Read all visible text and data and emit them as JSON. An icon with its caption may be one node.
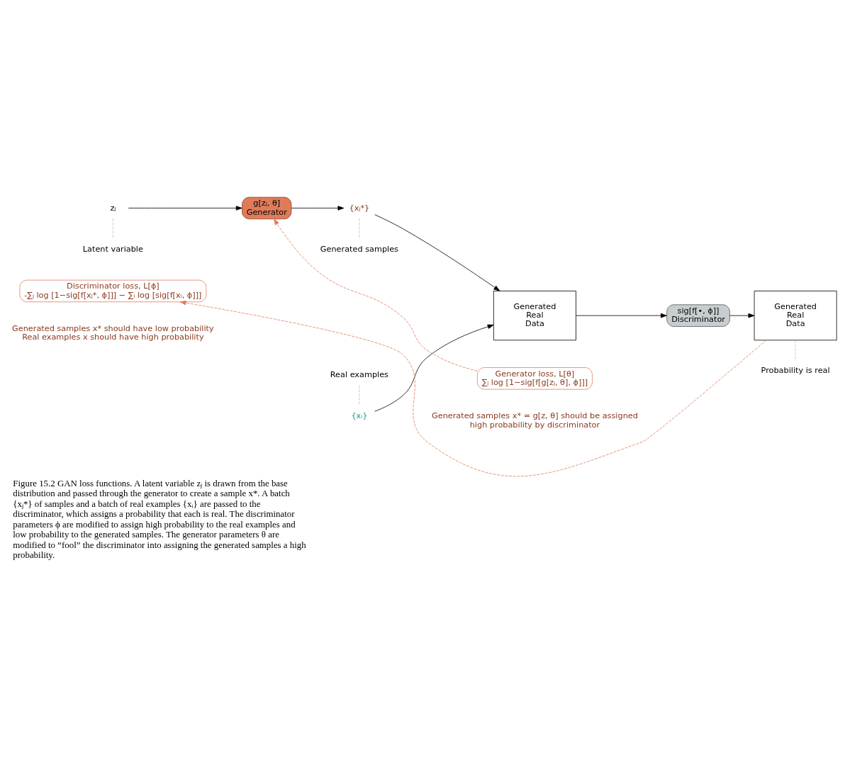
{
  "diagram": {
    "caption": "Figure 15.2 GAN loss functions. A latent variable zⱼ is drawn from the base distribution and passed through the generator to create a sample x*. A batch {xⱼ*} of samples and a batch of real examples {xᵢ} are passed to the discriminator, which assigns a probability that each is real. The discriminator parameters ϕ are modified to assign high probability to the real examples and low probability to the generated samples. The generator parameters θ are modified to “fool” the discriminator into assigning the generated samples a high probability.",
    "nodes": [
      {
        "text": [
          "zⱼ"
        ]
      },
      {
        "text": [
          "Latent variable"
        ]
      },
      {
        "text": [
          "g[zⱼ, θ]",
          "Generator"
        ]
      },
      {
        "text": [
          "{xᵢ}"
        ]
      },
      {
        "text": [
          "{xⱼ*}"
        ]
      },
      {
        "text": [
          "Real examples"
        ]
      },
      {
        "text": [
          "Generated samples"
        ]
      },
      {
        "text": [
          "Generated",
          "Real",
          "Data"
        ]
      },
      {
        "text": [
          "sig[f[•, ϕ]]",
          "Discriminator"
        ]
      },
      {
        "text": [
          "Generated",
          "Real",
          "Data"
        ]
      },
      {
        "text": [
          "Probability is real"
        ]
      },
      {
        "text": [
          "Discriminator loss, L[ϕ]",
          "-∑ⱼ log [1−sig[f[xⱼ*, ϕ]]] − ∑ᵢ log [sig[f[xᵢ, ϕ]]]"
        ],
        "beside": [
          "Generated samples x* should have low probability Real examples x should have high probability"
        ]
      },
      {
        "text": [
          "Generator loss, L[θ]",
          "∑ⱼ log [1−sig[f[g[zⱼ, θ], ϕ]]]"
        ],
        "beside": [
          "Generated samples x* = g[z, θ] should be assigned high probability by discriminator"
        ]
      }
    ],
    "edges": [
      {
        "from": 0,
        "to": 2,
        "arrow": "to"
      },
      {
        "from": 2,
        "to": 4,
        "arrow": "to"
      },
      {
        "from": 3,
        "to": 7,
        "arrow": "to"
      },
      {
        "from": 4,
        "to": 7,
        "arrow": "to"
      },
      {
        "from": 7,
        "to": 8,
        "arrow": "to"
      },
      {
        "from": 8,
        "to": 9,
        "arrow": "to"
      },
      {
        "from": 9,
        "to": 11,
        "arrow": "to",
        "style": "dashed",
        "color": "#e07b5a"
      },
      {
        "from": 12,
        "to": 2,
        "arrow": "to",
        "style": "dashed",
        "color": "#e07b5a"
      },
      {
        "from": 0,
        "to": 1,
        "arrow": "none",
        "style": "dashed",
        "color": "#c0c0c0"
      },
      {
        "from": 5,
        "to": 3,
        "arrow": "none",
        "style": "dashed",
        "color": "#c0c0c0"
      },
      {
        "from": 4,
        "to": 6,
        "arrow": "none",
        "style": "dashed",
        "color": "#c0c0c0"
      },
      {
        "from": 9,
        "to": 10,
        "arrow": "none",
        "style": "dashed",
        "color": "#c0c0c0"
      }
    ]
  }
}
